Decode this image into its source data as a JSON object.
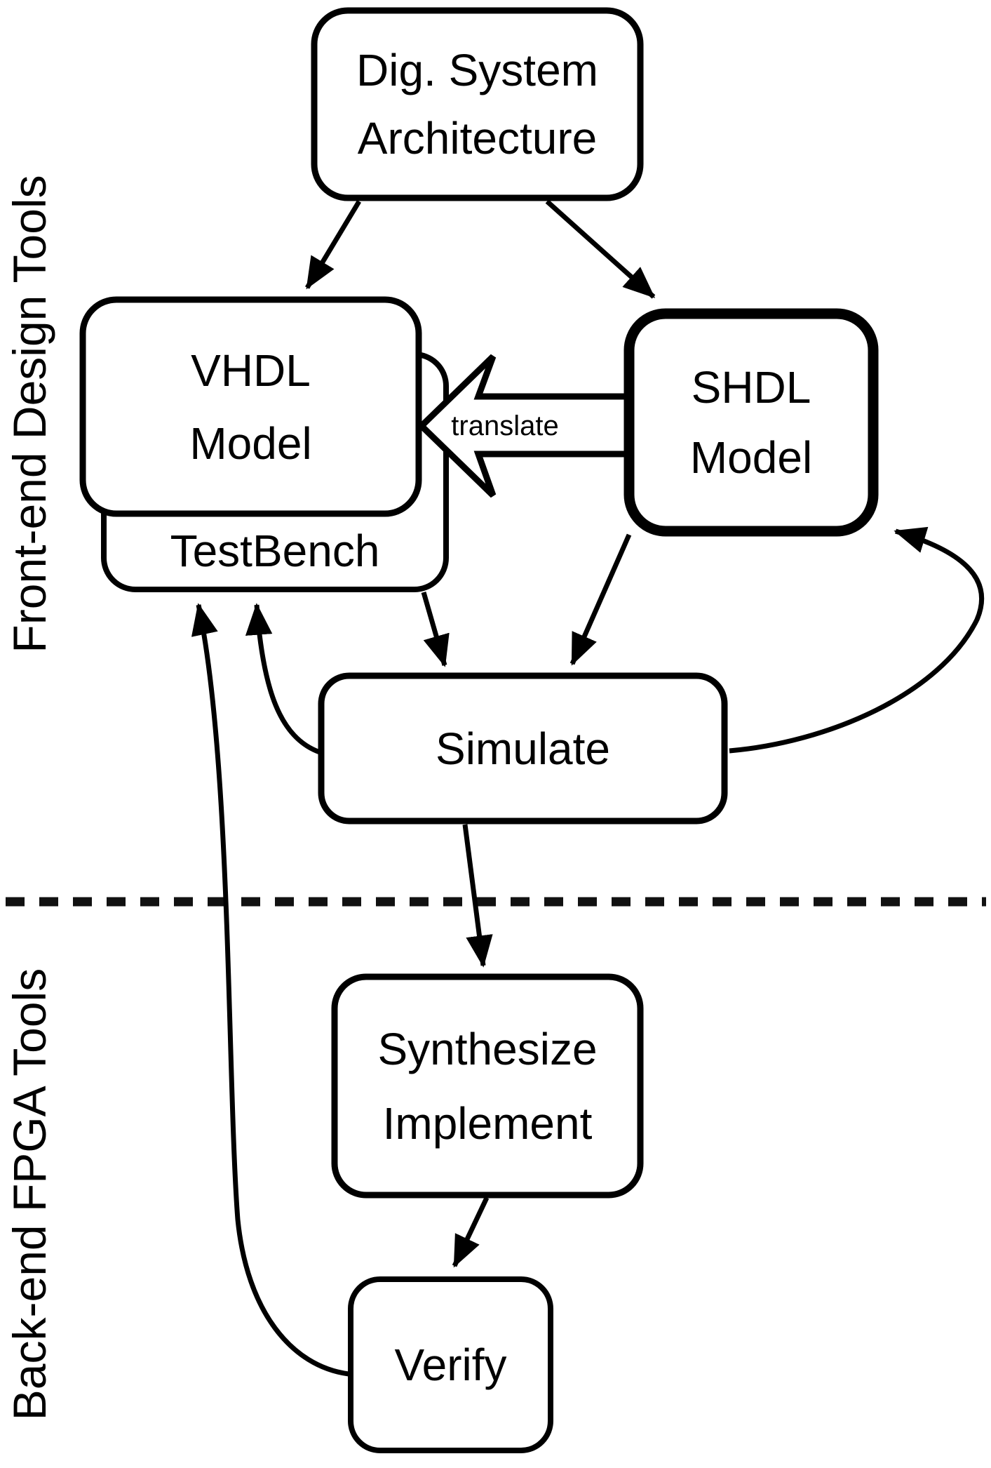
{
  "diagram": {
    "title_hint": "FPGA design flow diagram",
    "sections": {
      "front_end_label": "Front-end Design Tools",
      "back_end_label": "Back-end FPGA Tools"
    },
    "nodes": {
      "dig_system": {
        "line1": "Dig. System",
        "line2": "Architecture"
      },
      "vhdl": {
        "line1": "VHDL",
        "line2": "Model"
      },
      "testbench": {
        "label": "TestBench"
      },
      "shdl": {
        "line1": "SHDL",
        "line2": "Model"
      },
      "simulate": {
        "label": "Simulate"
      },
      "synthesize": {
        "line1": "Synthesize",
        "line2": "Implement"
      },
      "verify": {
        "label": "Verify"
      }
    },
    "edges": {
      "translate_label": "translate"
    },
    "colors": {
      "stroke": "#000000",
      "background": "#ffffff",
      "text": "#000000"
    }
  }
}
